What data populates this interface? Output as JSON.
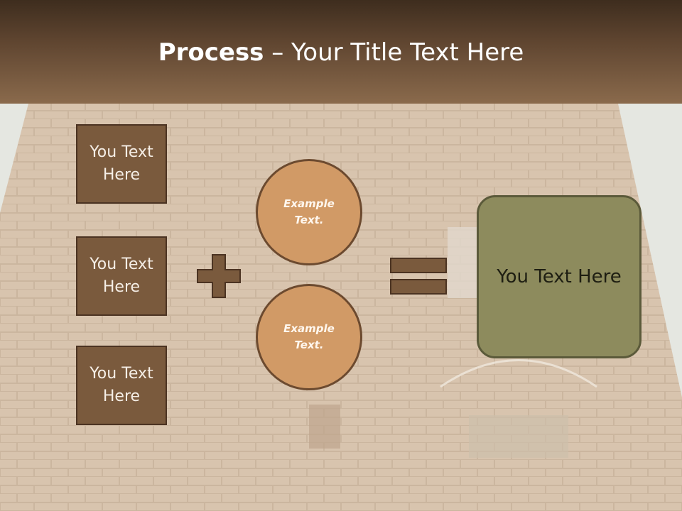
{
  "title": {
    "bold": "Process",
    "rest": " – Your Title Text Here"
  },
  "inputs": [
    {
      "line1": "You Text",
      "line2": "Here"
    },
    {
      "line1": "You Text",
      "line2": "Here"
    },
    {
      "line1": "You Text",
      "line2": "Here"
    }
  ],
  "circles": [
    {
      "line1": "Example",
      "line2": "Text."
    },
    {
      "line1": "Example",
      "line2": "Text."
    }
  ],
  "result": "You Text Here",
  "colors": {
    "header": "#5f4530",
    "box": "#7a5a3d",
    "circle": "#d19a66",
    "result": "#8d8b5d",
    "operator": "#7a5a3d"
  }
}
